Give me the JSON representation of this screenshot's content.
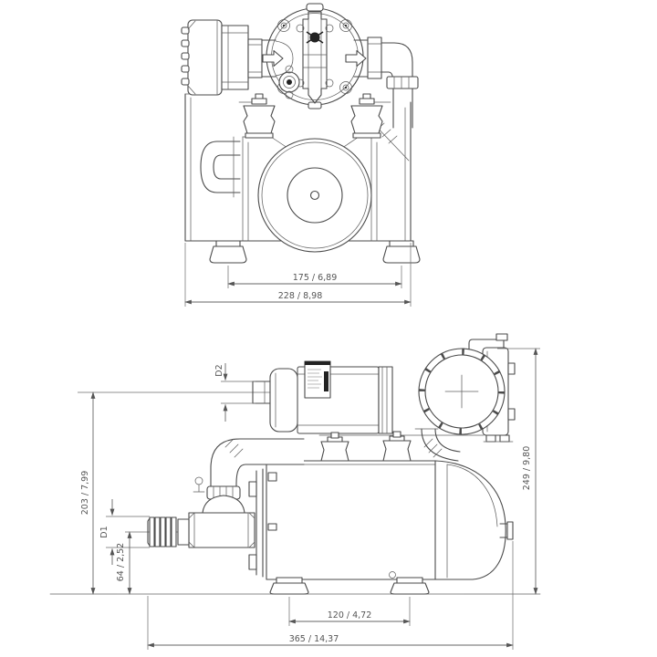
{
  "page": {
    "background": "#ffffff",
    "ink": "#4a4a4a",
    "dim_color": "#666666"
  },
  "drawing": {
    "description": "two-view technical drawing of pump with accumulator tank",
    "front_view": {
      "dims": {
        "feet_spacing": "175 / 6,89",
        "overall_width": "228 / 8,98"
      }
    },
    "side_view": {
      "dims": {
        "port_height": "203 / 7,99",
        "inlet_diameter": "D1",
        "outlet_diameter": "D2",
        "inlet_height": "64 / 2,52",
        "overall_height": "249 / 9,80",
        "feet_spacing": "120 / 4,72",
        "overall_length": "365 / 14,37"
      }
    }
  }
}
